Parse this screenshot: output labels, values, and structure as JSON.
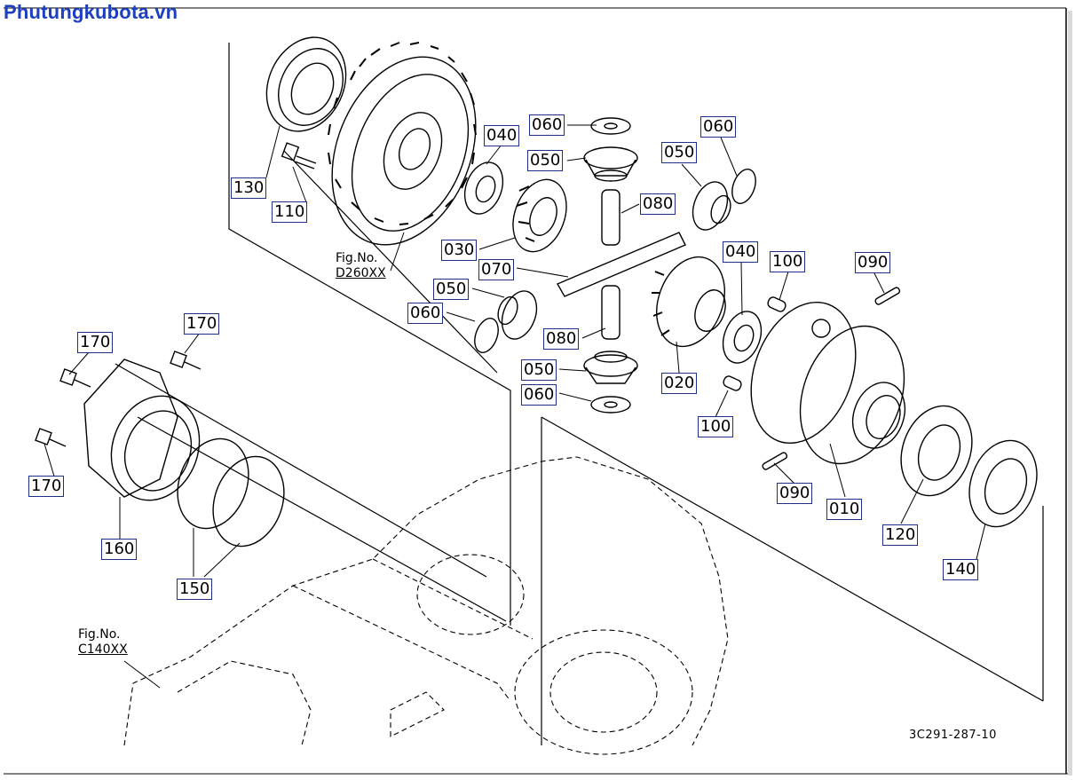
{
  "site_logo": "Phutungkubota.vn",
  "document_code": "3C291-287-10",
  "figure_refs": [
    {
      "line1": "Fig.No.",
      "line2": "D260XX"
    },
    {
      "line1": "Fig.No.",
      "line2": "C140XX"
    }
  ],
  "callouts": [
    {
      "label": "130"
    },
    {
      "label": "110"
    },
    {
      "label": "040"
    },
    {
      "label": "060"
    },
    {
      "label": "050"
    },
    {
      "label": "060"
    },
    {
      "label": "050"
    },
    {
      "label": "080"
    },
    {
      "label": "030"
    },
    {
      "label": "070"
    },
    {
      "label": "040"
    },
    {
      "label": "100"
    },
    {
      "label": "090"
    },
    {
      "label": "050"
    },
    {
      "label": "060"
    },
    {
      "label": "080"
    },
    {
      "label": "020"
    },
    {
      "label": "050"
    },
    {
      "label": "060"
    },
    {
      "label": "100"
    },
    {
      "label": "170"
    },
    {
      "label": "170"
    },
    {
      "label": "170"
    },
    {
      "label": "160"
    },
    {
      "label": "150"
    },
    {
      "label": "090"
    },
    {
      "label": "010"
    },
    {
      "label": "120"
    },
    {
      "label": "140"
    }
  ]
}
